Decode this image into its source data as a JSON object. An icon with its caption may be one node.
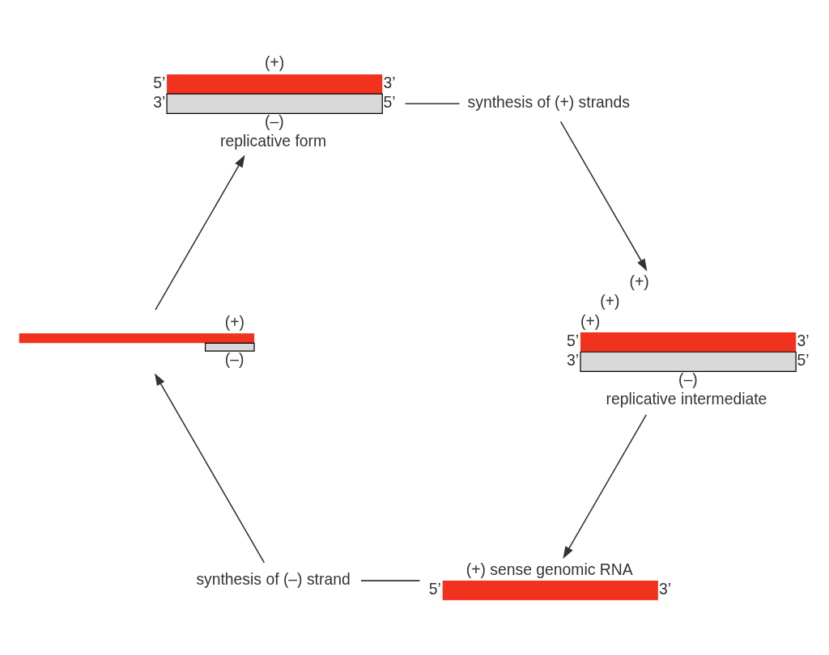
{
  "diagram": {
    "nodes": [
      {
        "text": [
          "(+) sense genomic RNA",
          "5’",
          "3’"
        ]
      },
      {
        "text": [
          "synthesis of (–) strand"
        ]
      },
      {
        "text": [
          "(+)",
          "(–)"
        ]
      },
      {
        "text": [
          "(+)",
          "5’",
          "3’",
          "3’",
          "5’",
          "(–)",
          "replicative form"
        ]
      },
      {
        "text": [
          "synthesis of (+) strands"
        ]
      },
      {
        "text": [
          "(+)",
          "(+)",
          "(+)",
          "5’",
          "3’",
          "3’",
          "5’",
          "(–)",
          "replicative intermediate"
        ]
      }
    ],
    "edges": [
      {
        "from": 0,
        "to": 1,
        "arrow": "none"
      },
      {
        "from": 1,
        "to": 2,
        "arrow": "to"
      },
      {
        "from": 2,
        "to": 3,
        "arrow": "to"
      },
      {
        "from": 3,
        "to": 4,
        "arrow": "none"
      },
      {
        "from": 4,
        "to": 5,
        "arrow": "to"
      },
      {
        "from": 5,
        "to": 0,
        "arrow": "to"
      }
    ]
  }
}
